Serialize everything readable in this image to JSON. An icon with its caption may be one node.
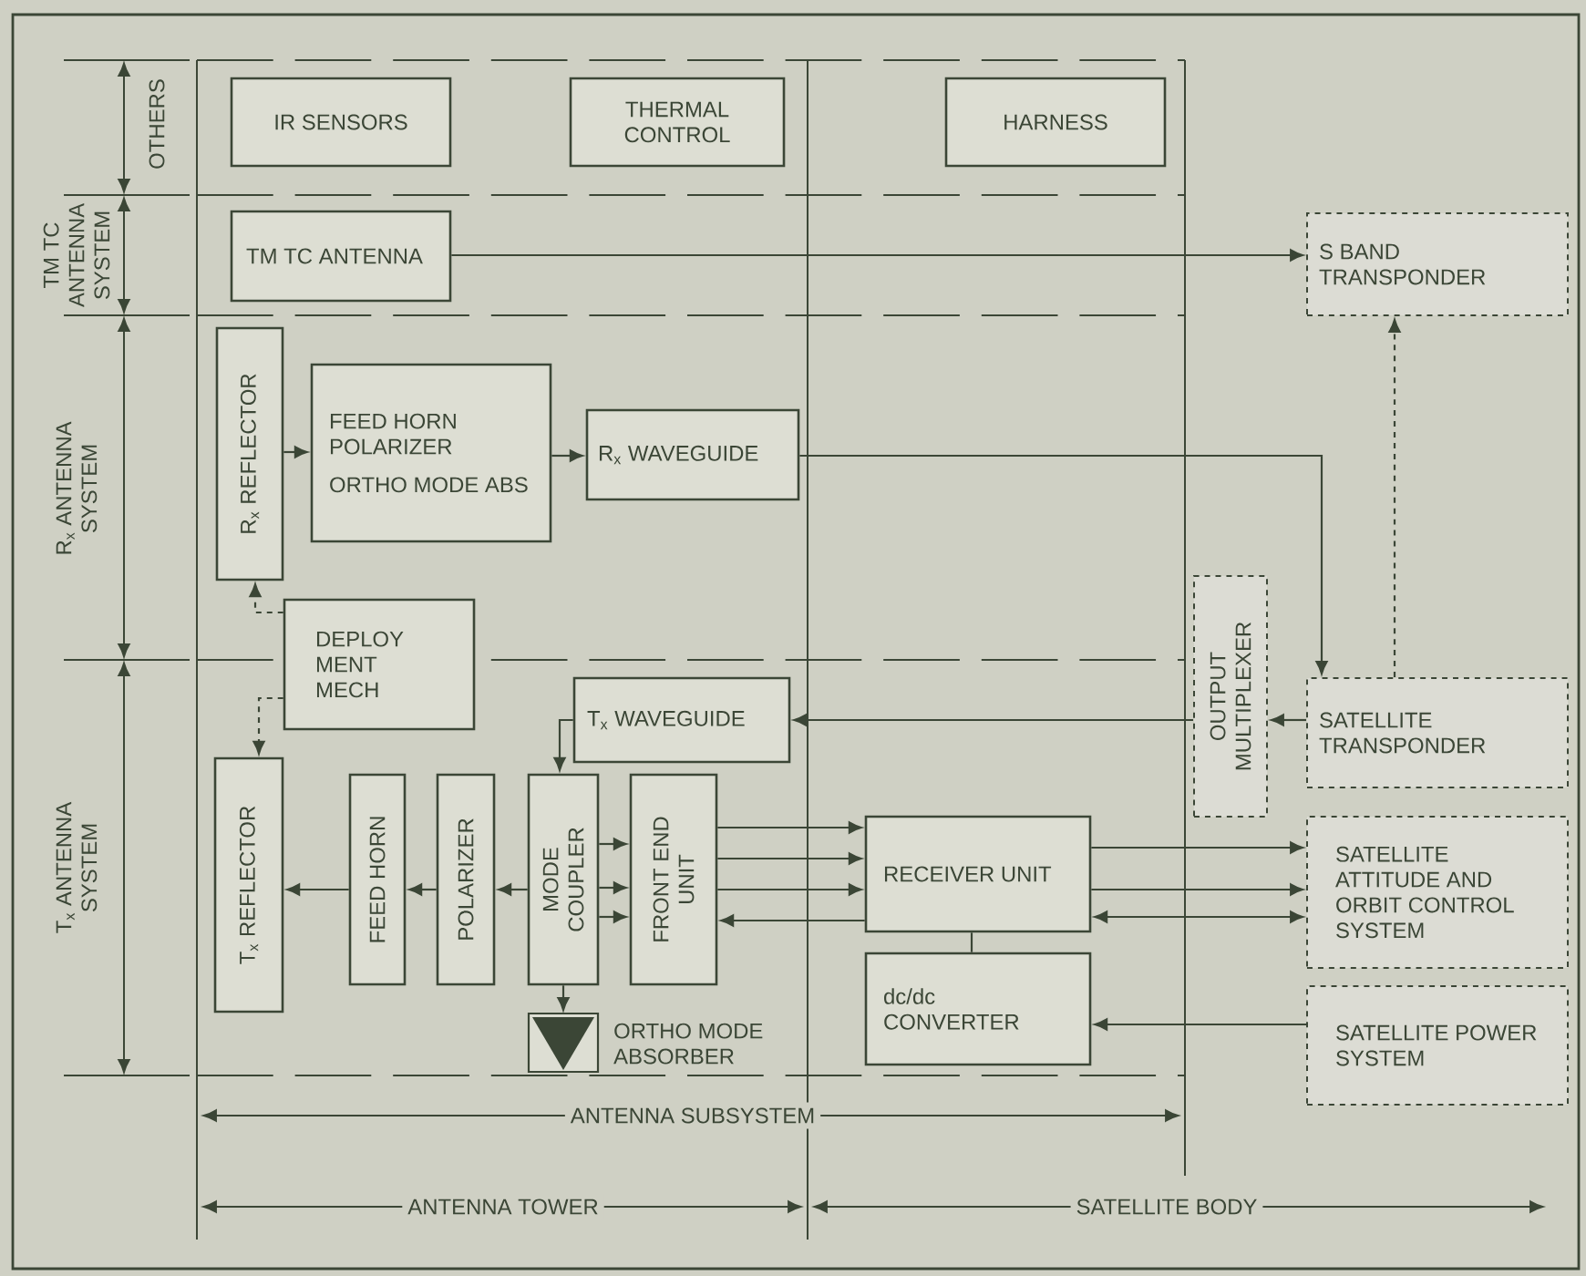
{
  "diagram": {
    "nodes": [
      {
        "text": [
          "IR SENSORS"
        ]
      },
      {
        "text": [
          "THERMAL CONTROL"
        ]
      },
      {
        "text": [
          "HARNESS"
        ]
      },
      {
        "text": [
          "TM TC ANTENNA"
        ]
      },
      {
        "text": [
          "S BAND TRANSPONDER"
        ]
      },
      {
        "text": [
          "R$_{x}$ REFLECTOR"
        ]
      },
      {
        "text": [
          "FEED HORN POLARIZER",
          "ORTHO MODE ABS"
        ]
      },
      {
        "text": [
          "R$_{x}$ WAVEGUIDE"
        ]
      },
      {
        "text": [
          "DEPLOY MENT MECH"
        ]
      },
      {
        "text": [
          "T$_{x}$ WAVEGUIDE"
        ]
      },
      {
        "text": [
          "OUTPUT MULTIPLEXER"
        ]
      },
      {
        "text": [
          "SATELLITE TRANSPONDER"
        ]
      },
      {
        "text": [
          "T$_{x}$ REFLECTOR"
        ]
      },
      {
        "text": [
          "FEED HORN"
        ]
      },
      {
        "text": [
          "POLARIZER"
        ]
      },
      {
        "text": [
          "MODE COUPLER"
        ]
      },
      {
        "text": [
          "FRONT END UNIT"
        ]
      },
      {
        "text": [
          "ORTHO MODE ABSORBER"
        ]
      },
      {
        "text": [
          "RECEIVER UNIT"
        ]
      },
      {
        "text": [
          "dc/dc CONVERTER"
        ]
      },
      {
        "text": [
          "SATELLITE ATTITUDE AND ORBIT CONTROL SYSTEM"
        ]
      },
      {
        "text": [
          "SATELLITE POWER SYSTEM"
        ]
      }
    ],
    "edges": [
      {
        "from": 3,
        "to": 4,
        "arrow": "to"
      },
      {
        "from": 11,
        "to": 4,
        "arrow": "to",
        "style": "dashed"
      },
      {
        "from": 5,
        "to": 6,
        "arrow": "to"
      },
      {
        "from": 6,
        "to": 7,
        "arrow": "to"
      },
      {
        "from": 7,
        "to": 11,
        "arrow": "to"
      },
      {
        "from": 8,
        "to": 5,
        "arrow": "to",
        "style": "dashed"
      },
      {
        "from": 8,
        "to": 12,
        "arrow": "to",
        "style": "dashed"
      },
      {
        "from": 11,
        "to": 10,
        "arrow": "to"
      },
      {
        "from": 10,
        "to": 9,
        "arrow": "to"
      },
      {
        "from": 9,
        "to": 15,
        "arrow": "to"
      },
      {
        "from": 15,
        "to": 14,
        "arrow": "to"
      },
      {
        "from": 14,
        "to": 13,
        "arrow": "to"
      },
      {
        "from": 13,
        "to": 12,
        "arrow": "to"
      },
      {
        "from": 15,
        "to": 16,
        "arrow": "to"
      },
      {
        "from": 15,
        "to": 16,
        "arrow": "to"
      },
      {
        "from": 15,
        "to": 16,
        "arrow": "to"
      },
      {
        "from": 16,
        "to": 18,
        "arrow": "to"
      },
      {
        "from": 16,
        "to": 18,
        "arrow": "to"
      },
      {
        "from": 16,
        "to": 18,
        "arrow": "to"
      },
      {
        "from": 18,
        "to": 16,
        "arrow": "to"
      },
      {
        "from": 18,
        "to": 20,
        "arrow": "to"
      },
      {
        "from": 18,
        "to": 20,
        "arrow": "to"
      },
      {
        "from": 18,
        "to": 20,
        "arrow": "both"
      },
      {
        "from": 18,
        "to": 19,
        "arrow": "none"
      },
      {
        "from": 21,
        "to": 19,
        "arrow": "to"
      },
      {
        "from": 15,
        "to": 17,
        "arrow": "to"
      }
    ],
    "labels": [
      "OTHERS",
      "TM TC ANTENNA SYSTEM",
      "R$_{x}$ ANTENNA SYSTEM",
      "T$_{x}$ ANTENNA SYSTEM",
      "ANTENNA SUBSYSTEM",
      "ANTENNA TOWER",
      "SATELLITE BODY"
    ]
  }
}
